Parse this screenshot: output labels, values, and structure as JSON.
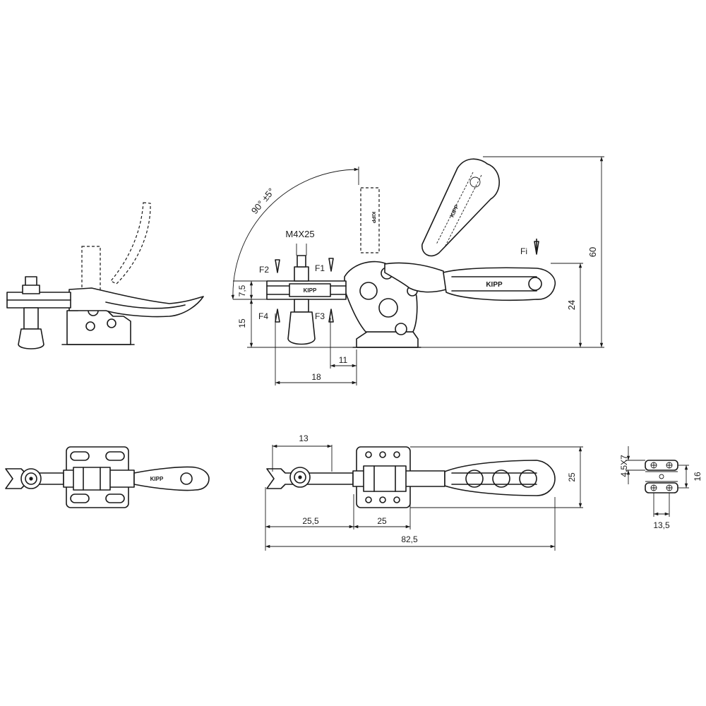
{
  "dimensions": {
    "angle": "90° ±5°",
    "screw": "M4X25",
    "height_total": "60",
    "height_handle": "24",
    "height_spindle": "15",
    "offset_upper": "7,5",
    "dist_18": "18",
    "dist_11": "11",
    "top_13": "13",
    "top_25_5": "25,5",
    "top_25": "25",
    "top_82_5": "82,5",
    "top_height_25": "25",
    "base_slot": "4,5X7",
    "base_16": "16",
    "base_13_5": "13,5"
  },
  "forces": {
    "fi": "Fi",
    "f1": "F1",
    "f2": "F2",
    "f3": "F3",
    "f4": "F4"
  },
  "brand": "KIPP"
}
